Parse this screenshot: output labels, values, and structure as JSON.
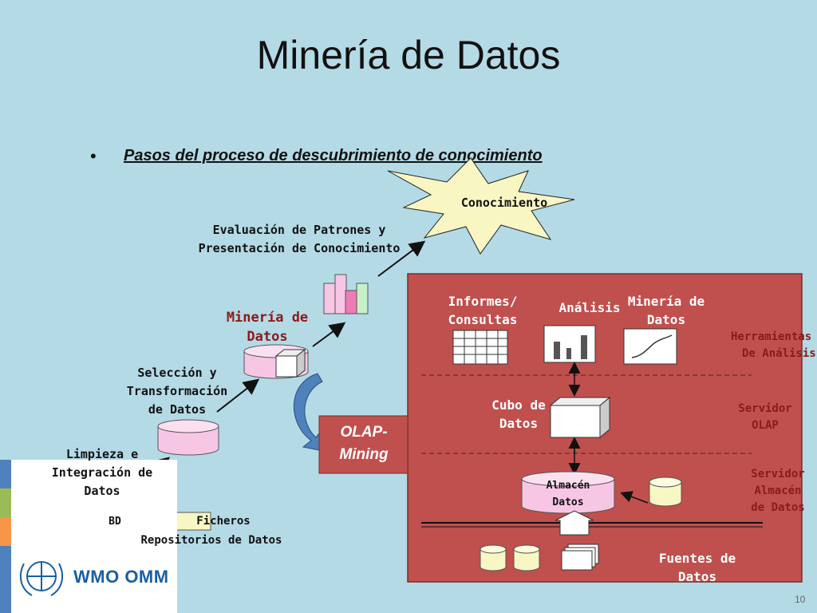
{
  "title": "Minería de Datos",
  "bullet": "Pasos del proceso de descubrimiento de conocimiento",
  "process": {
    "conocimiento": "Conocimiento",
    "evaluacion": [
      "Evaluación de Patrones y",
      "Presentación de Conocimiento"
    ],
    "mineria": [
      "Minería de",
      "Datos"
    ],
    "seleccion": [
      "Selección y",
      "Transformación",
      "de Datos"
    ],
    "limpieza": [
      "Limpieza e",
      "Integración de",
      "Datos"
    ],
    "bd": "BD",
    "ficheros": "Ficheros",
    "repositorios": "Repositorios de Datos",
    "olap": [
      "OLAP-",
      "Mining"
    ]
  },
  "architecture": {
    "informes": [
      "Informes/",
      "Consultas"
    ],
    "analisis": "Análisis",
    "mineria": [
      "Minería de",
      "Datos"
    ],
    "cubo": [
      "Cubo de",
      "Datos"
    ],
    "almacen": [
      "Almacén",
      "Datos"
    ],
    "fuentes": [
      "Fuentes de",
      "Datos"
    ]
  },
  "layers": {
    "herramientas": [
      "Herramientas",
      "De Análisis"
    ],
    "servidor_olap": [
      "Servidor",
      "OLAP"
    ],
    "servidor_almacen": [
      "Servidor",
      "Almacén",
      "de Datos"
    ]
  },
  "logo": "WMO OMM",
  "page_number": "10",
  "colors": {
    "background": "#b4dae6",
    "panel": "#c0504d",
    "olap_box": "#c0504d",
    "cylinder": "#f7c6e5"
  }
}
